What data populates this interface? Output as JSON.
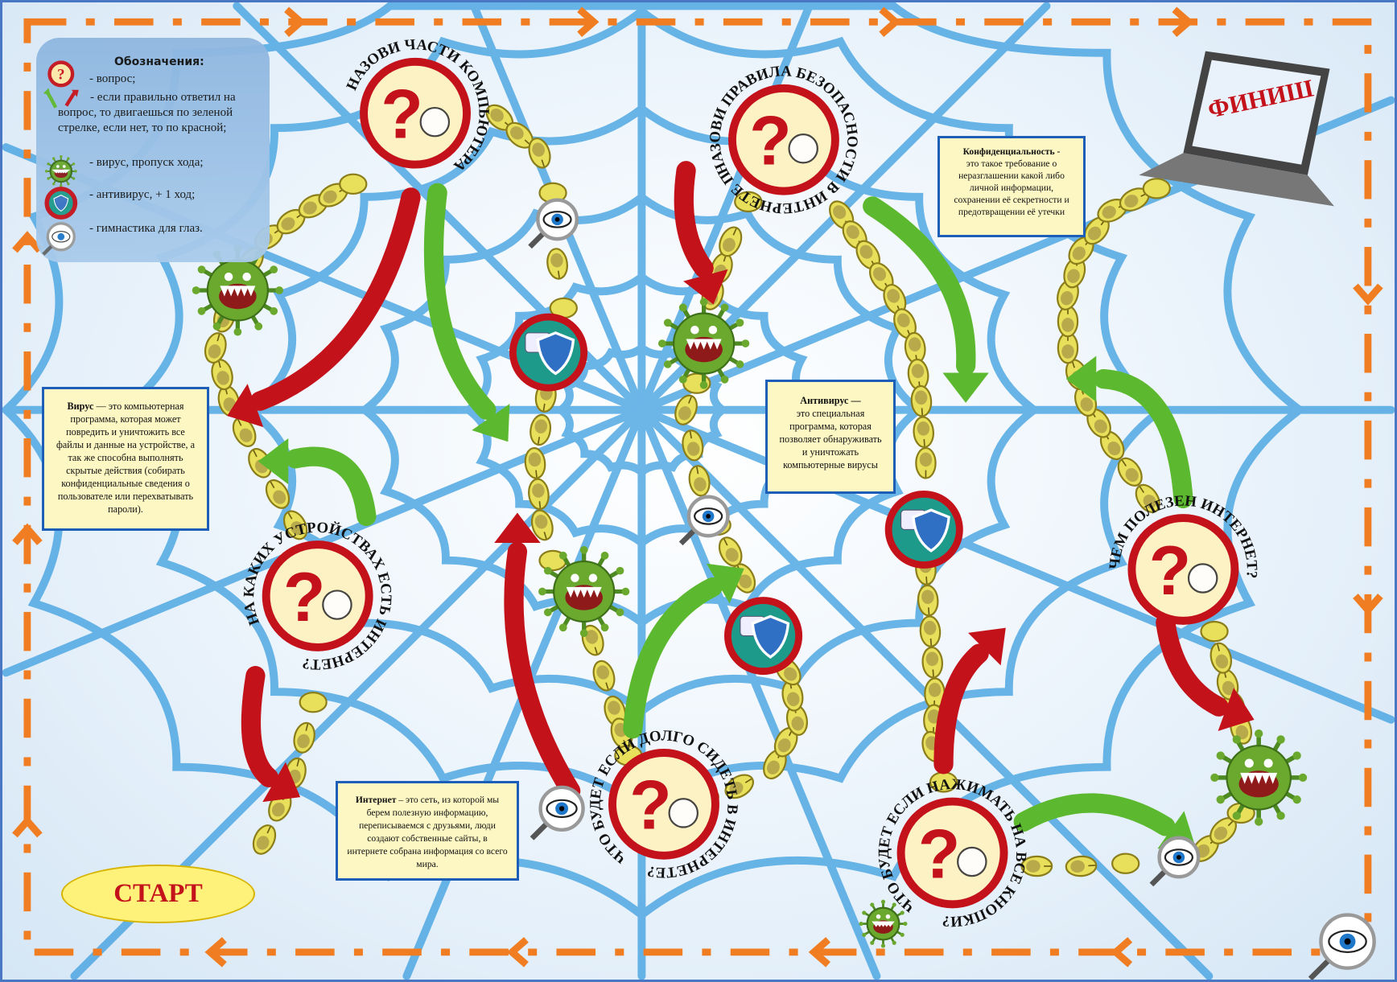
{
  "legend": {
    "title": "Обозначения:",
    "items": [
      {
        "icon": "question-icon",
        "text": "- вопрос;"
      },
      {
        "icon": "green-red-arrows-icon",
        "text": "- если правильно ответил на вопрос, то двигаешься по зеленой стрелке, если нет, то по красной;"
      },
      {
        "icon": "virus-icon",
        "text": "- вирус, пропуск хода;"
      },
      {
        "icon": "antivirus-icon",
        "text": "- антивирус, + 1 ход;"
      },
      {
        "icon": "eye-icon",
        "text": "- гимнастика для глаз."
      }
    ]
  },
  "questions": [
    {
      "title": "НАЗОВИ ЧАСТИ КОМПЬЮТЕРА",
      "icon": "computer-icon"
    },
    {
      "title": "НАЗОВИ ПРАВИЛА БЕЗОПАСНОСТИ В ИНТЕРНЕТЕ ПО СКАЗКАМ?",
      "icon": "finger-icon"
    },
    {
      "title": "НА КАКИХ УСТРОЙСТВАХ ЕСТЬ ИНТЕРНЕТ?",
      "icon": "wifi-icon"
    },
    {
      "title": "ЧТО БУДЕТ ЕСЛИ ДОЛГО СИДЕТЬ В ИНТЕРНЕТЕ?",
      "icon": "medical-cross-icon"
    },
    {
      "title": "ЧТО БУДЕТ ЕСЛИ НАЖИМАТЬ НА ВСЕ КНОПКИ?",
      "icon": "hand-click-icon"
    },
    {
      "title": "ЧЕМ ПОЛЕЗЕН ИНТЕРНЕТ?",
      "icon": "smiley-icon"
    }
  ],
  "callouts": {
    "virus": {
      "term": "Вирус",
      "text": " — это компьютерная программа, которая может повредить и уничтожить все файлы и данные на устройстве, а так же способна выполнять скрытые действия (собирать конфиденциальные сведения о пользователе или перехватывать пароли)."
    },
    "internet": {
      "term": "Интернет",
      "text": " – это сеть, из которой мы берем полезную информацию, переписываемся с друзьями, люди создают собственные сайты, в интернете собрана информация со всего мира."
    },
    "antivirus": {
      "term": "Антивирус —",
      "text": "это специальная программа, которая позволяет обнаруживать и уничтожать компьютерные вирусы"
    },
    "confidentiality": {
      "term": "Конфиденциальность -",
      "text": "это такое требование о неразглашении какой либо личной информации, сохранении её секретности и предотвращении её утечки"
    }
  },
  "start_label": "СТАРТ",
  "finish_label": "ФИНИШ",
  "colors": {
    "border": "#f07d22",
    "web": "#3b9ee0",
    "red": "#c4121b",
    "green": "#5cb82e",
    "callout_bg": "#fdf7c3",
    "callout_border": "#1d5fb8"
  }
}
